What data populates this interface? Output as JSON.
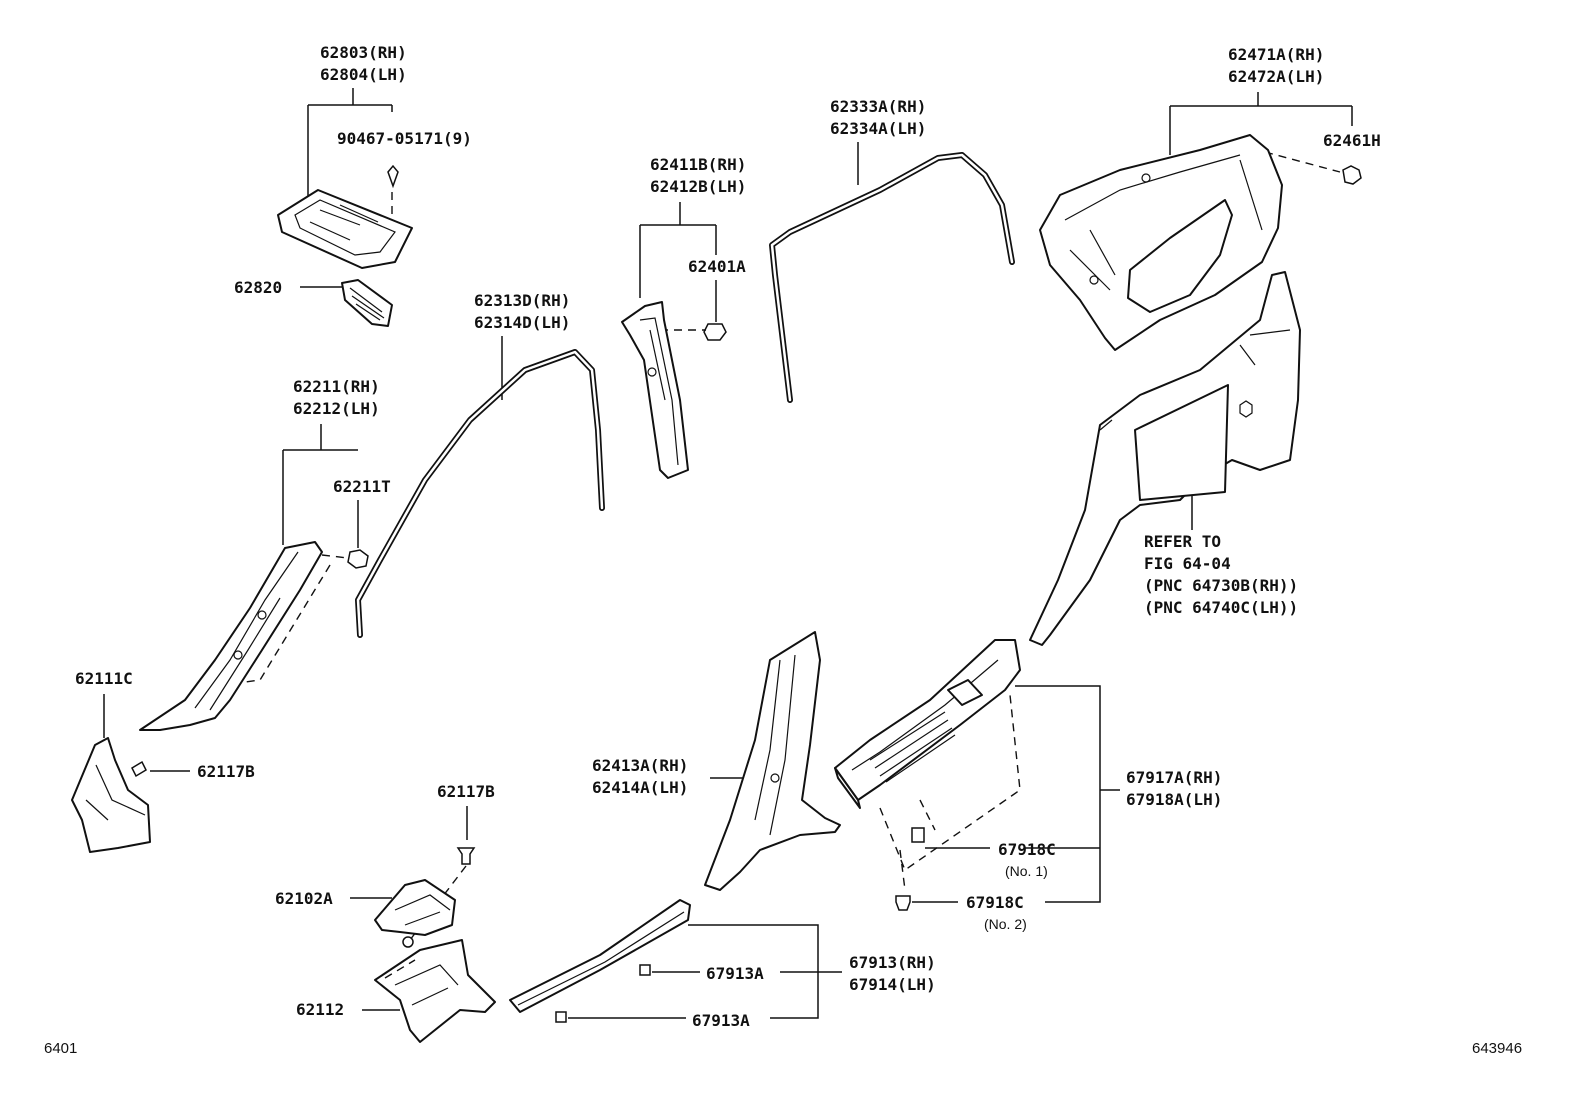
{
  "labels": {
    "p62803": "62803(RH)",
    "p62804": "62804(LH)",
    "p90467": "90467-05171(9)",
    "p62820": "62820",
    "p62411b": "62411B(RH)",
    "p62412b": "62412B(LH)",
    "p62401a": "62401A",
    "p62333a": "62333A(RH)",
    "p62334a": "62334A(LH)",
    "p62471a": "62471A(RH)",
    "p62472a": "62472A(LH)",
    "p62461h": "62461H",
    "p62313d": "62313D(RH)",
    "p62314d": "62314D(LH)",
    "p62211": "62211(RH)",
    "p62212": "62212(LH)",
    "p62211t": "62211T",
    "refer1": "REFER TO",
    "refer2": "FIG 64-04",
    "refer3": "(PNC 64730B(RH))",
    "refer4": "(PNC 64740C(LH))",
    "p62111c": "62111C",
    "p62117b_a": "62117B",
    "p62117b_b": "62117B",
    "p62102a": "62102A",
    "p62112": "62112",
    "p62413a": "62413A(RH)",
    "p62414a": "62414A(LH)",
    "p67917a": "67917A(RH)",
    "p67918a": "67918A(LH)",
    "p67918c_1": "67918C",
    "no1": "(No. 1)",
    "p67918c_2": "67918C",
    "no2": "(No. 2)",
    "p67913a_1": "67913A",
    "p67913a_2": "67913A",
    "p67913": "67913(RH)",
    "p67914": "67914(LH)",
    "corner_left": "6401",
    "corner_right": "643946"
  }
}
